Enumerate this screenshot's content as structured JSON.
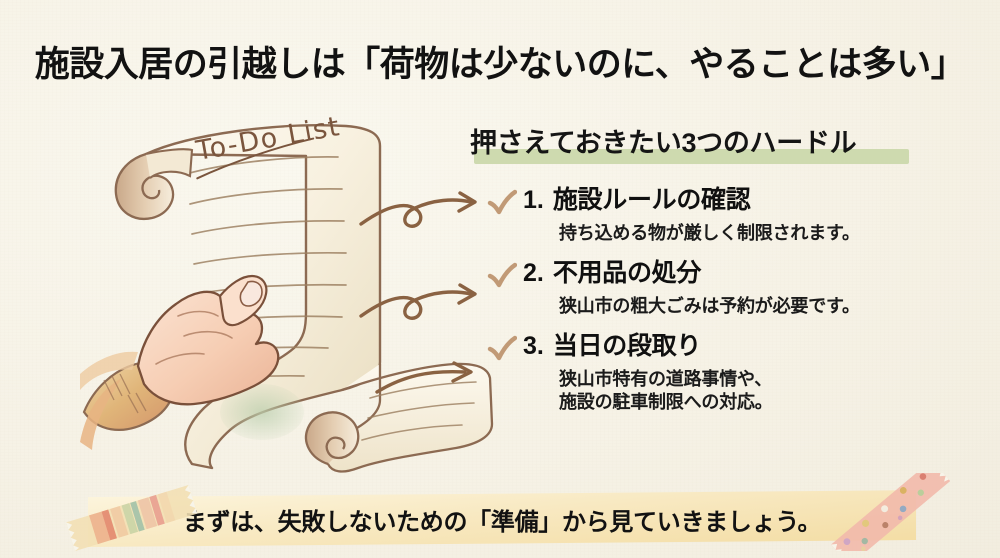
{
  "theme": {
    "background": "#f7f4e9",
    "title_color": "#121212",
    "highlight_green": "#cbd8ac",
    "check_brown": "#c19a76",
    "arrow_brown": "#8a6242",
    "ribbon_gold": "#f3dca2",
    "scroll_paper": "#faf5e9",
    "skin": "#f7d3bb",
    "sleeve": "#e2b873"
  },
  "title": "施設入居の引越しは「荷物は少ないのに、やることは多い」",
  "subtitle": "押さえておきたい3つのハードル",
  "illustration": {
    "alt_name": "hand-holding-todo-scroll",
    "scroll_heading": "To-Do List"
  },
  "hurdles": [
    {
      "number": "1.",
      "title": "施設ルールの確認",
      "desc": "持ち込める物が厳しく制限されます。"
    },
    {
      "number": "2.",
      "title": "不用品の処分",
      "desc": "狭山市の粗大ごみは予約が必要です。"
    },
    {
      "number": "3.",
      "title": "当日の段取り",
      "desc": "狭山市特有の道路事情や、\n施設の駐車制限への対応。"
    }
  ],
  "footer": {
    "text": "まずは、失敗しないための「準備」から見ていきましょう。"
  }
}
